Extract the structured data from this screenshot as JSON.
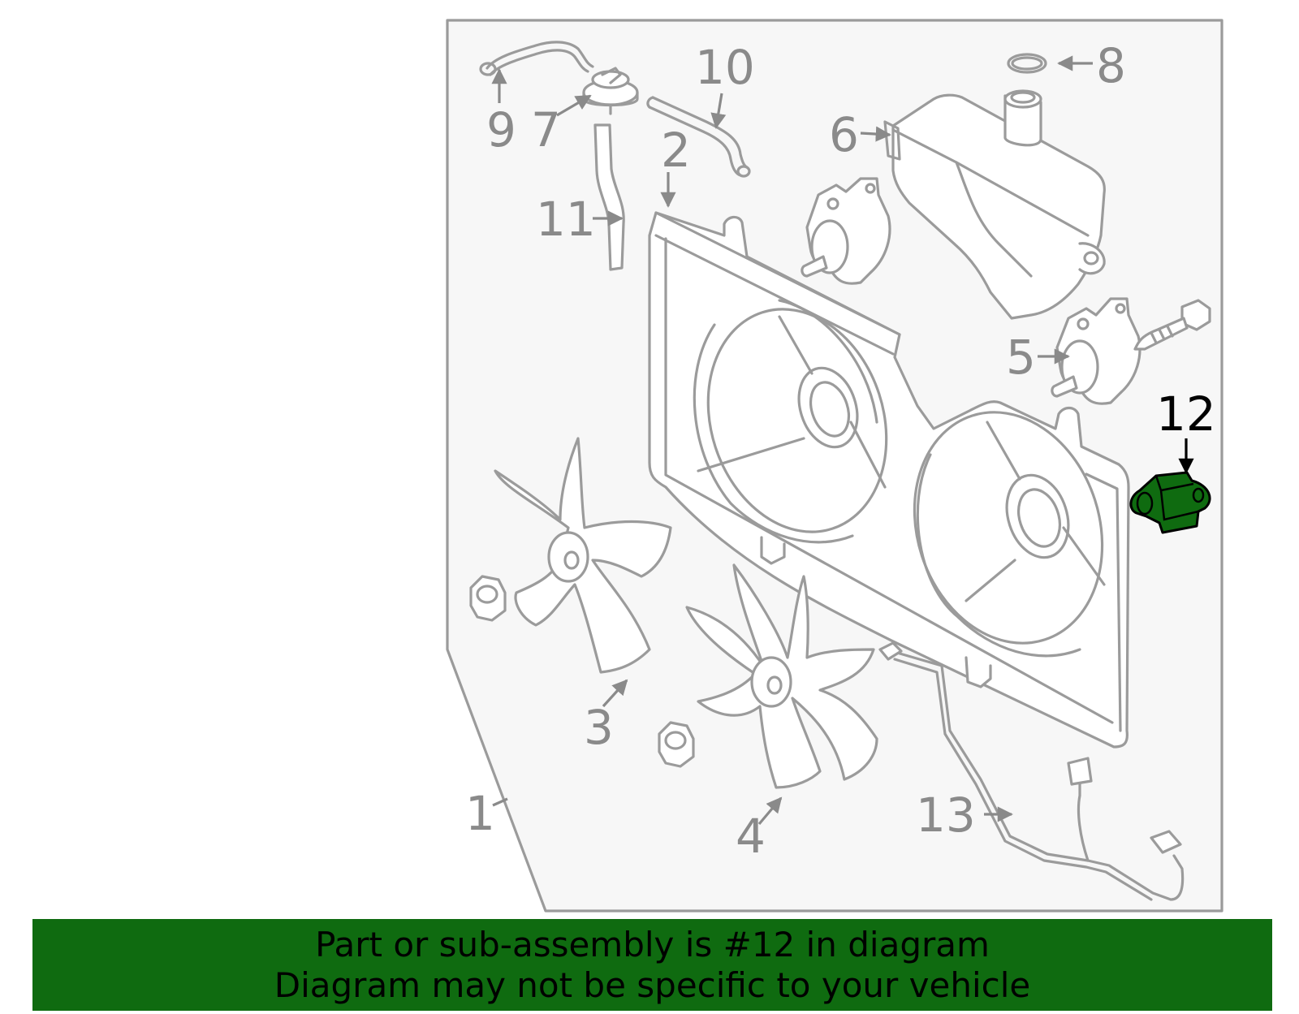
{
  "callouts": {
    "c1": "1",
    "c2": "2",
    "c3": "3",
    "c4": "4",
    "c5": "5",
    "c6": "6",
    "c7": "7",
    "c8": "8",
    "c9": "9",
    "c10": "10",
    "c11": "11",
    "c12": "12",
    "c13": "13"
  },
  "highlighted_part": "12",
  "colors": {
    "highlight": "#0f6b10",
    "line": "#9b9b9b",
    "panel": "#f7f7f7"
  },
  "banner": {
    "line1": "Part or sub-assembly is #12 in diagram",
    "line2": "Diagram may not be specific to your vehicle"
  }
}
